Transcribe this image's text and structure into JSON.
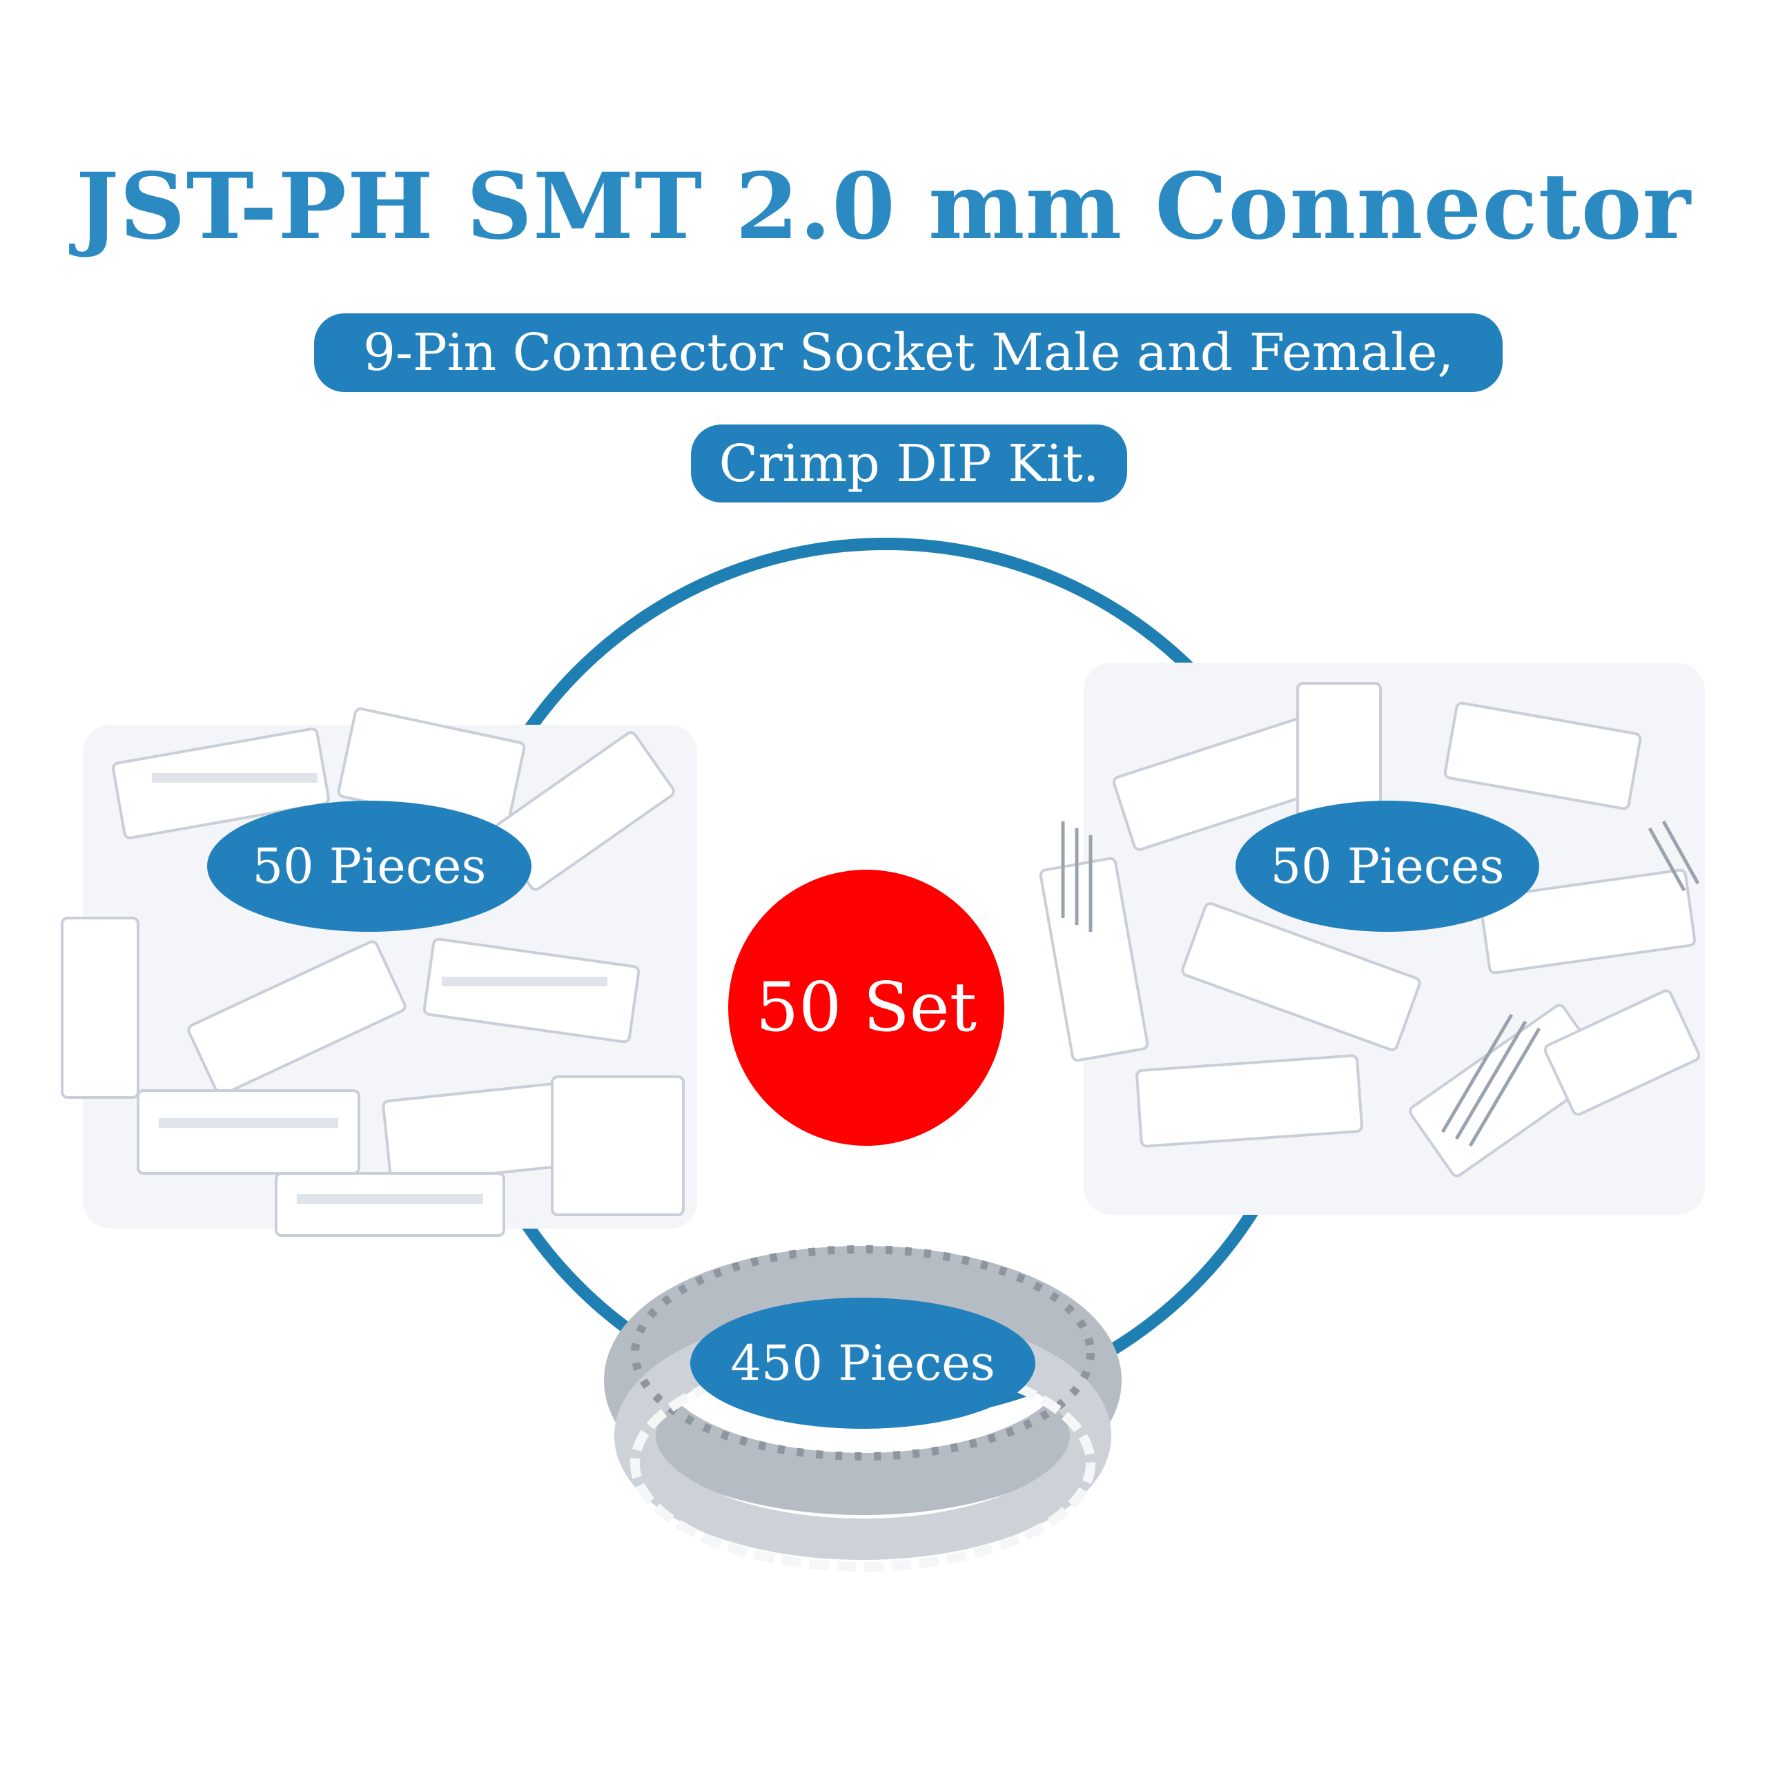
{
  "header": {
    "title": "JST-PH SMT 2.0 mm Connector",
    "subtitle_line1": "9-Pin Connector Socket Male and Female,",
    "subtitle_line2": "Crimp DIP Kit."
  },
  "badges": {
    "left_pieces": "50 Pieces",
    "right_pieces": "50 Pieces",
    "bottom_pieces": "450 Pieces",
    "set_label": "50 Set"
  },
  "colors": {
    "title_blue": "#2b8ac2",
    "pill_blue": "#2280bd",
    "red": "#ff0000",
    "ring_blue": "#1f7fb3"
  }
}
